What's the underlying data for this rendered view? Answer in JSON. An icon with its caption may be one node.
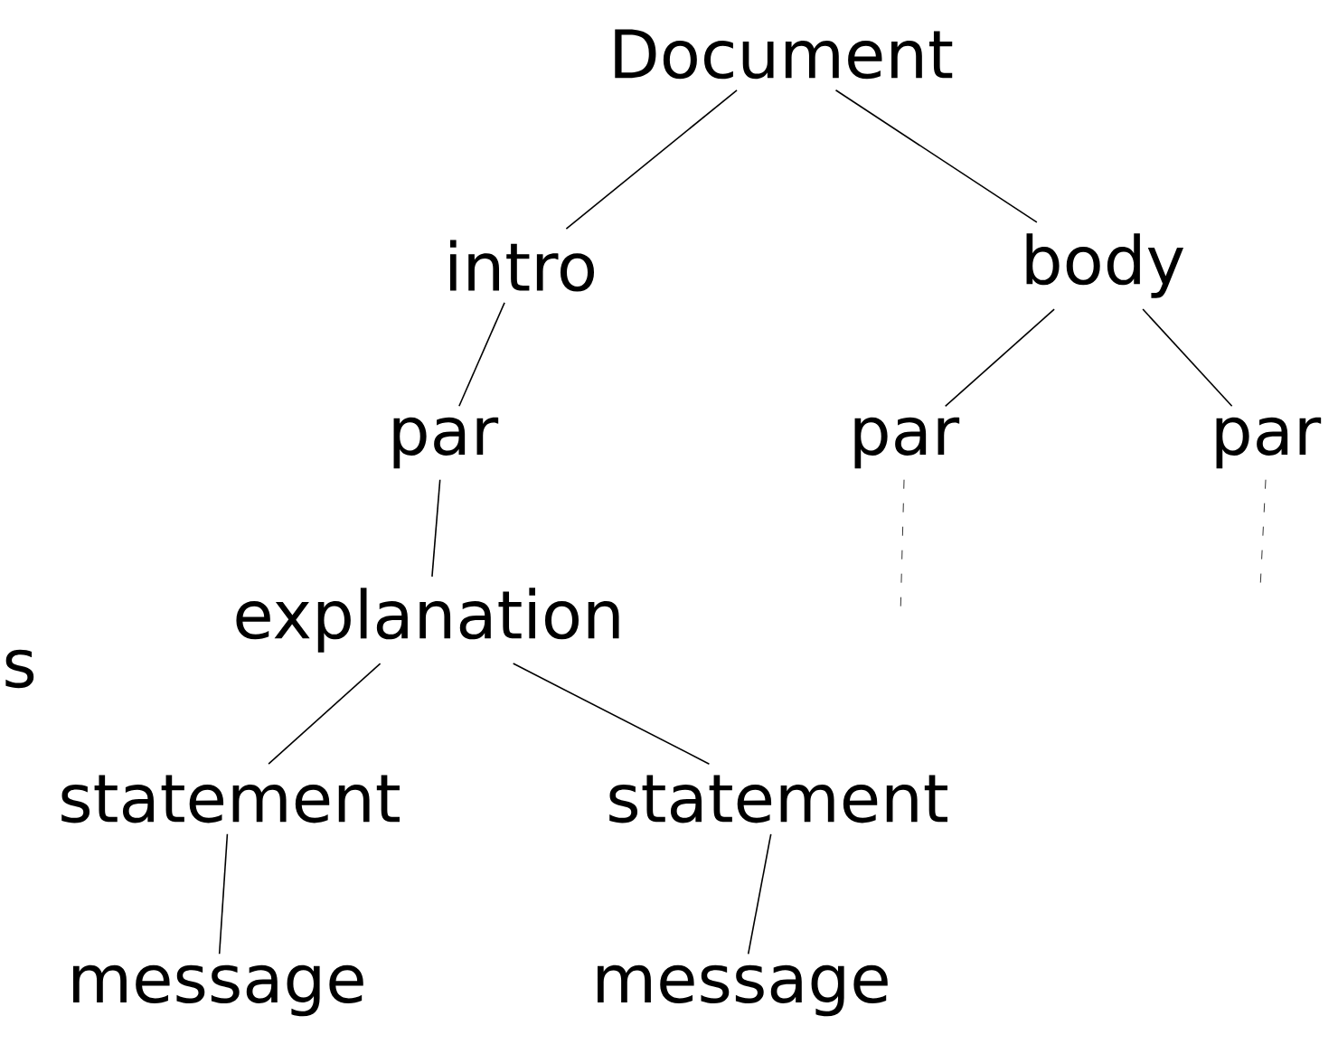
{
  "diagram": {
    "nodes": [
      {
        "text": [
          "Document"
        ]
      },
      {
        "text": [
          "intro"
        ]
      },
      {
        "text": [
          "body"
        ]
      },
      {
        "text": [
          "par"
        ]
      },
      {
        "text": [
          "par"
        ]
      },
      {
        "text": [
          "par"
        ]
      },
      {
        "text": [
          "explanation"
        ]
      },
      {
        "text": [
          "statement"
        ]
      },
      {
        "text": [
          "statement"
        ]
      },
      {
        "text": [
          "message"
        ]
      },
      {
        "text": [
          "message"
        ]
      }
    ],
    "edges": [
      {
        "from": 0,
        "to": 1,
        "arrow": "none"
      },
      {
        "from": 0,
        "to": 2,
        "arrow": "none"
      },
      {
        "from": 1,
        "to": 3,
        "arrow": "none"
      },
      {
        "from": 2,
        "to": 4,
        "arrow": "none"
      },
      {
        "from": 2,
        "to": 5,
        "arrow": "none"
      },
      {
        "from": 3,
        "to": 6,
        "arrow": "none"
      },
      {
        "from": 6,
        "to": 7,
        "arrow": "none"
      },
      {
        "from": 6,
        "to": 8,
        "arrow": "none"
      },
      {
        "from": 7,
        "to": 9,
        "arrow": "none"
      },
      {
        "from": 8,
        "to": 10,
        "arrow": "none"
      },
      {
        "from": 4,
        "to": null,
        "arrow": "none",
        "style": "dashed"
      },
      {
        "from": 5,
        "to": null,
        "arrow": "none",
        "style": "dashed"
      }
    ],
    "labels": [
      "s"
    ]
  }
}
